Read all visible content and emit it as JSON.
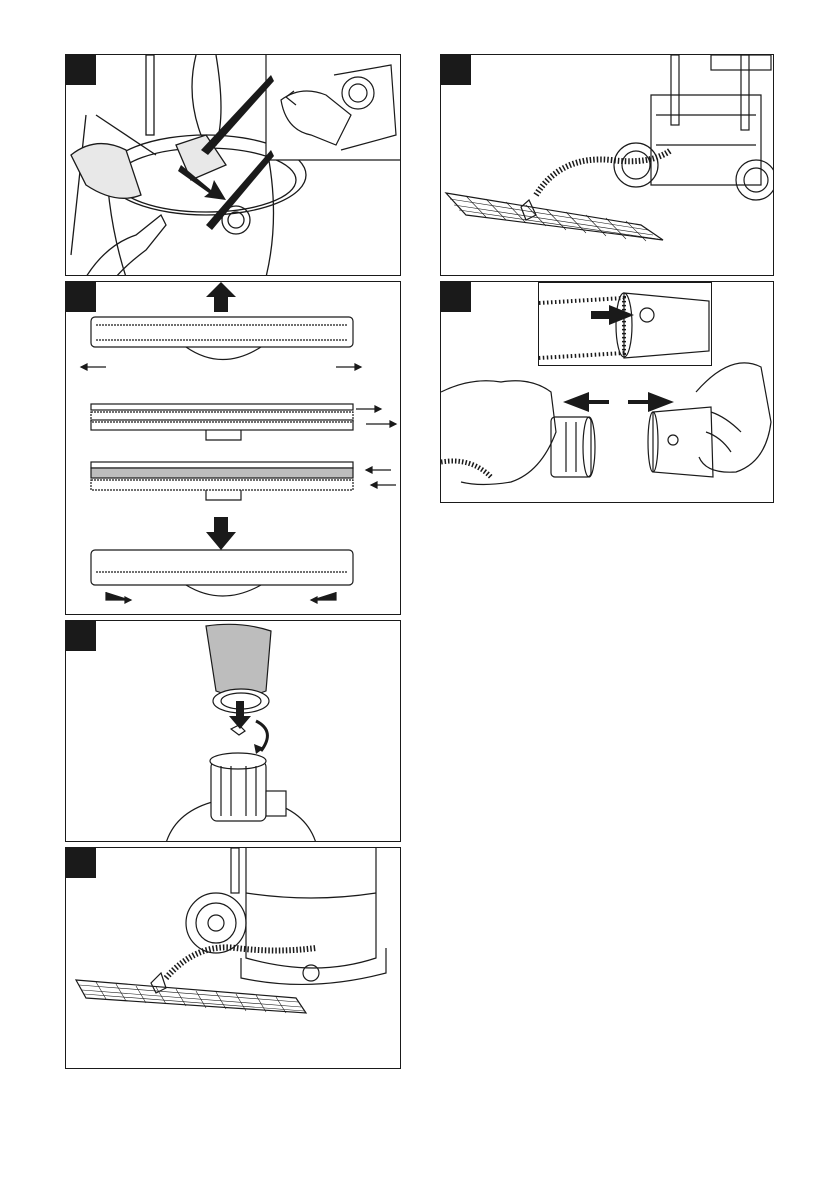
{
  "document": {
    "type": "manual illustration page"
  },
  "panels": [
    {
      "id": "filter-bag-removal"
    },
    {
      "id": "floor-nozzle-strip-replacement"
    },
    {
      "id": "cartridge-filter-fitting"
    },
    {
      "id": "wet-vacuuming-with-grid-tool"
    },
    {
      "id": "grid-tool-vacuuming-column"
    },
    {
      "id": "hose-adapter-connection"
    }
  ],
  "colors": {
    "ink": "#1a1a1a",
    "background": "#ffffff",
    "shade": "#bdbdbd"
  }
}
